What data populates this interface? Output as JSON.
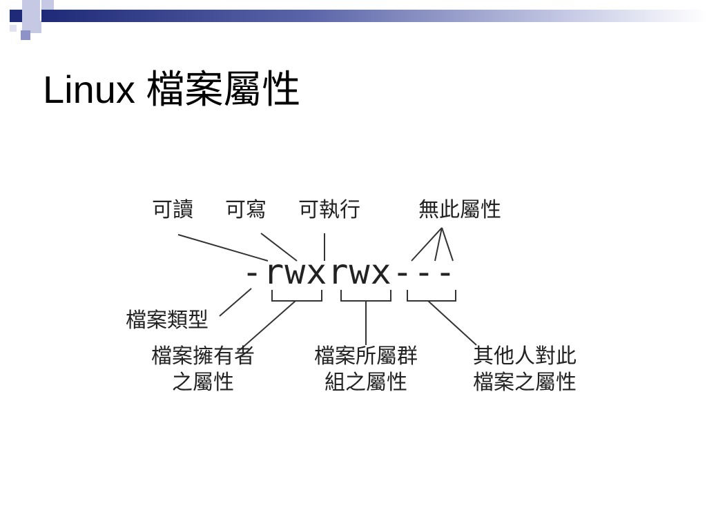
{
  "slide": {
    "title": "Linux 檔案屬性"
  },
  "diagram": {
    "permission_string": "-rwxrwx---",
    "labels": {
      "read": "可讀",
      "write": "可寫",
      "execute": "可執行",
      "none": "無此屬性",
      "file_type": "檔案類型",
      "owner_line1": "檔案擁有者",
      "owner_line2": "之屬性",
      "group_line1": "檔案所屬群",
      "group_line2": "組之屬性",
      "others_line1": "其他人對此",
      "others_line2": "檔案之屬性"
    }
  },
  "theme": {
    "accent_dark": "#1f2a78",
    "accent_light": "#c5c9e3"
  }
}
